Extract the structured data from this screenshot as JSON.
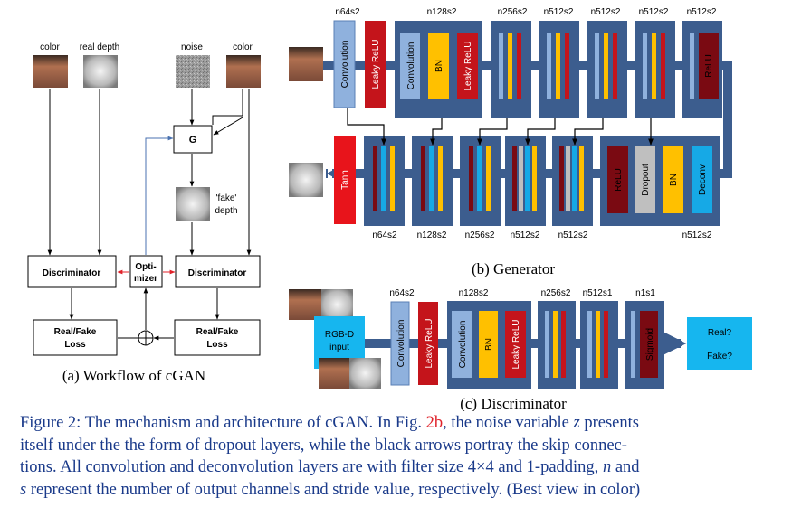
{
  "workflow": {
    "labels": {
      "color_left": "color",
      "real_depth": "real depth",
      "noise": "noise",
      "color_right": "color"
    },
    "g_label": "G",
    "fake_depth_label": [
      "'fake'",
      "depth"
    ],
    "discriminator_left": "Discriminator",
    "discriminator_right": "Discriminator",
    "optimizer": [
      "Opti-",
      "mizer"
    ],
    "loss_left": [
      "Real/Fake",
      "Loss"
    ],
    "loss_right": [
      "Real/Fake",
      "Loss"
    ],
    "caption": "(a) Workflow of cGAN"
  },
  "generator": {
    "caption": "(b) Generator",
    "top_labels": [
      "n64s2",
      "n128s2",
      "n256s2",
      "n512s2",
      "n512s2",
      "n512s2",
      "n512s2"
    ],
    "bottom_labels": [
      "n64s2",
      "n128s2",
      "n256s2",
      "n512s2",
      "n512s2",
      "n512s2"
    ],
    "layers": {
      "convolution": "Convolution",
      "leaky_relu": "Leaky ReLU",
      "bn": "BN",
      "relu": "ReLU",
      "tanh": "Tanh",
      "dropout": "Dropout",
      "deconv": "Deconv"
    }
  },
  "discriminator_net": {
    "caption": "(c) Discriminator",
    "labels": [
      "n64s2",
      "n128s2",
      "n256s2",
      "n512s1",
      "n1s1"
    ],
    "input_label": [
      "RGB-D",
      "input"
    ],
    "sigmoid": "Sigmoid",
    "output": [
      "Real?",
      "Fake?"
    ]
  },
  "figure_caption": {
    "line1_a": "Figure 2: The mechanism and architecture of cGAN. In Fig. ",
    "line1_ref": "2b",
    "line1_b": ", the noise variable ",
    "line1_var": "z",
    "line1_c": " presents",
    "line2": "itself under the the form of dropout layers, while the black arrows portray the skip connec-",
    "line3_a": "tions. All convolution and deconvolution layers are with filter size 4×4 and 1-padding, ",
    "line3_var": "n",
    "line3_b": " and",
    "line4_var": "s",
    "line4_b": " represent the number of output channels and stride value, respectively. (Best view in color)"
  },
  "colors": {
    "block_bg": "#3c5d8e",
    "conv_blue": "#8fb1dd",
    "leaky_red": "#c4141b",
    "bn_yellow": "#ffc000",
    "relu_dark": "#7a0a12",
    "dropout_gray": "#bfbfbf",
    "deconv_cyan": "#16a9e6",
    "tanh_red": "#e8141b",
    "output_cyan": "#16b6ef",
    "caption_blue": "#1a3a8a",
    "ref_red": "#e0222a"
  }
}
